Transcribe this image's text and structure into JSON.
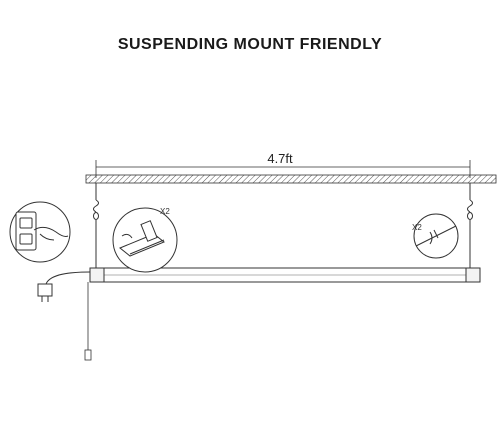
{
  "title": "SUSPENDING MOUNT FRIENDLY",
  "dimension": "4.7ft",
  "detail_left_multiplier": "X2",
  "detail_right_multiplier": "X2",
  "colors": {
    "line": "#333333",
    "background": "#ffffff"
  }
}
